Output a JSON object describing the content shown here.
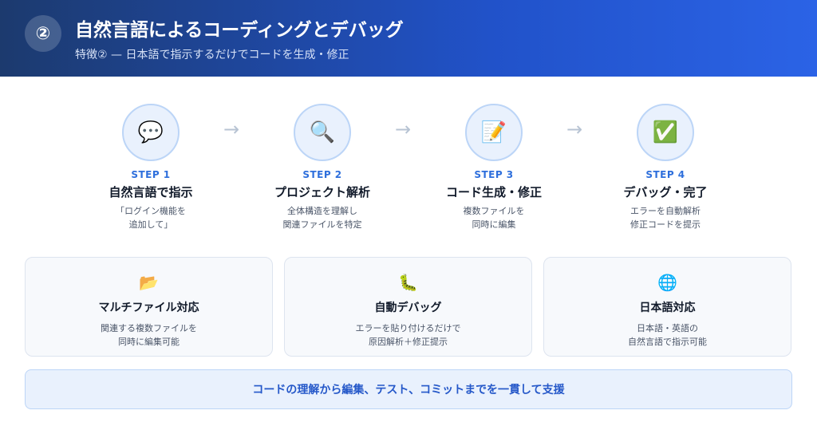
{
  "header": {
    "badge": "②",
    "title": "自然言語によるコーディングとデバッグ",
    "subtitle": "特徴② — 日本語で指示するだけでコードを生成・修正"
  },
  "steps": [
    {
      "icon": "💬",
      "icon_name": "speech-bubble-icon",
      "label": "STEP 1",
      "title": "自然言語で指示",
      "desc": [
        "「ログイン機能を",
        "追加して」"
      ]
    },
    {
      "icon": "🔍",
      "icon_name": "magnifier-icon",
      "label": "STEP 2",
      "title": "プロジェクト解析",
      "desc": [
        "全体構造を理解し",
        "関連ファイルを特定"
      ]
    },
    {
      "icon": "📝",
      "icon_name": "memo-icon",
      "label": "STEP 3",
      "title": "コード生成・修正",
      "desc": [
        "複数ファイルを",
        "同時に編集"
      ]
    },
    {
      "icon": "✅",
      "icon_name": "check-mark-icon",
      "label": "STEP 4",
      "title": "デバッグ・完了",
      "desc": [
        "エラーを自動解析",
        "修正コードを提示"
      ]
    }
  ],
  "arrow": "→",
  "cards": [
    {
      "icon": "📂",
      "icon_name": "folder-icon",
      "title": "マルチファイル対応",
      "desc": [
        "関連する複数ファイルを",
        "同時に編集可能"
      ]
    },
    {
      "icon": "🐛",
      "icon_name": "bug-icon",
      "title": "自動デバッグ",
      "desc": [
        "エラーを貼り付けるだけで",
        "原因解析＋修正提示"
      ]
    },
    {
      "icon": "🌐",
      "icon_name": "globe-icon",
      "title": "日本語対応",
      "desc": [
        "日本語・英語の",
        "自然言語で指示可能"
      ]
    }
  ],
  "banner": "コードの理解から編集、テスト、コミットまでを一貫して支援",
  "colors": {
    "header_start": "#1c3a6e",
    "header_end": "#2b63e6",
    "accent": "#2e6fdc",
    "step_circle": "#e9f1fd"
  }
}
